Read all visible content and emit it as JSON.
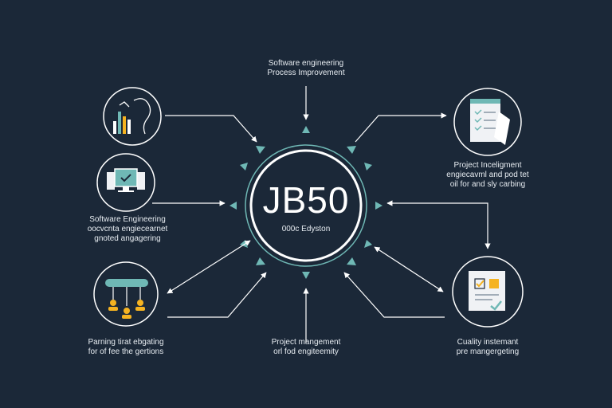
{
  "center": {
    "title": "JB50",
    "subtitle": "000c Edyston"
  },
  "nodes": {
    "top": {
      "line1": "Software engineering",
      "line2": "Process Improvement"
    },
    "top_right": {
      "line1": "Project Inceligment",
      "line2": "engiecavml and pod tet",
      "line3": "oil for and sly carbing"
    },
    "left": {
      "line1": "Software Engineering",
      "line2": "oocvcnta engiecearnet",
      "line3": "gnoted angagering"
    },
    "bottom_left": {
      "line1": "Parning tirat ebgating",
      "line2": "for of fee the gertions"
    },
    "bottom": {
      "line1": "Project mangement",
      "line2": "orl fod engiteemity"
    },
    "bottom_right": {
      "line1": "Cuality instemant",
      "line2": "pre mangergeting"
    }
  },
  "colors": {
    "background": "#1b2838",
    "line": "#ffffff",
    "teal": "#6fb8b5",
    "accent_yellow": "#f5b321",
    "icon_bg": "#f0f2f5"
  }
}
